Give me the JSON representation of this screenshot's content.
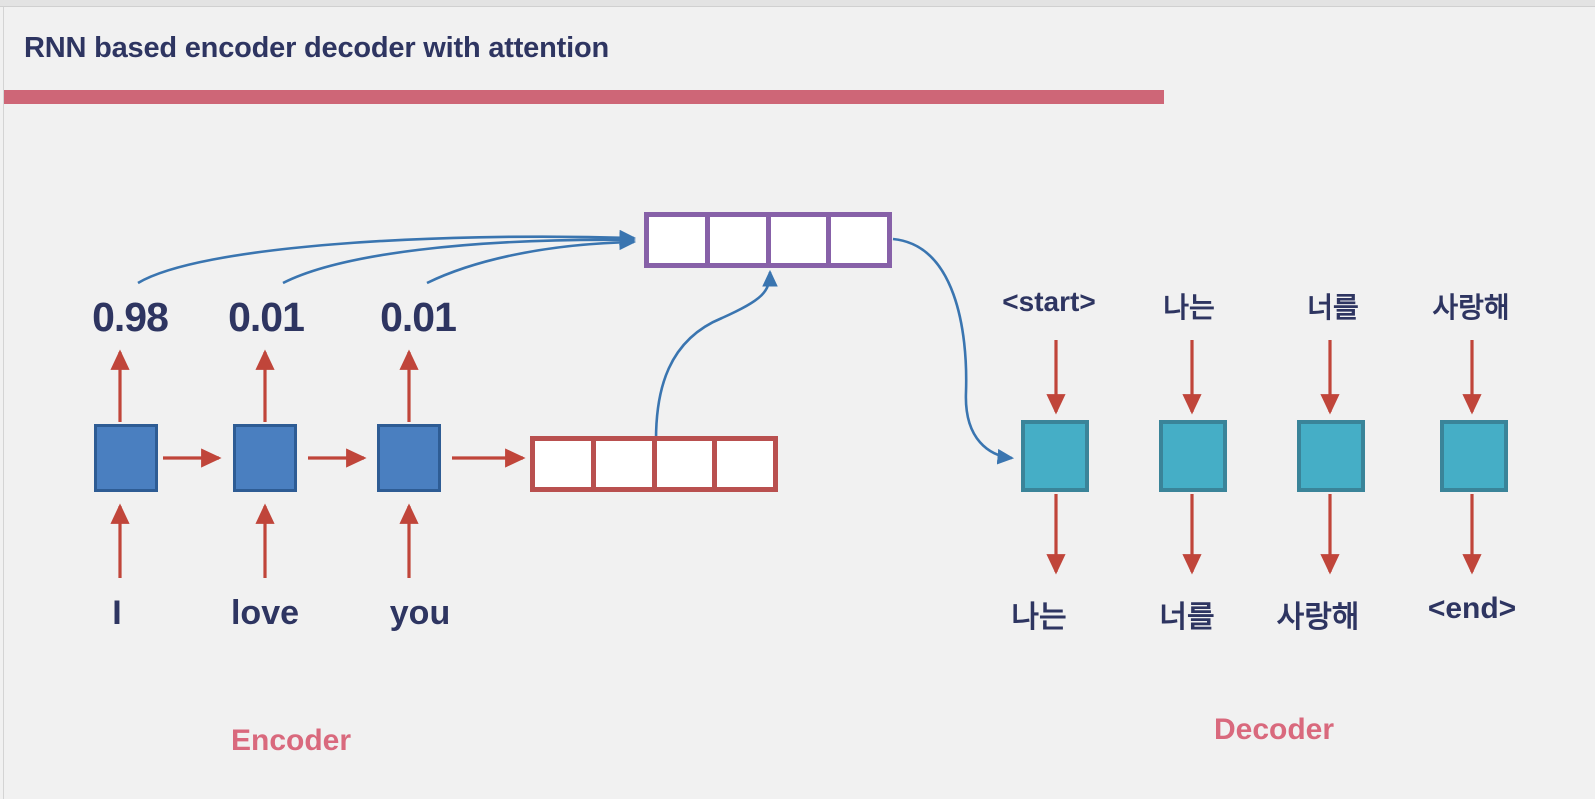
{
  "slide": {
    "title": "RNN based encoder decoder with attention",
    "accent_bar_color": "#ce6677",
    "title_color": "#2e3561",
    "background_color": "#f1f1f1"
  },
  "colors": {
    "encoder_cell_fill": "#4a7fc0",
    "encoder_cell_border": "#2e5c94",
    "decoder_cell_fill": "#45aec6",
    "decoder_cell_border": "#3a8499",
    "context_vector_border": "#b9504f",
    "attention_vector_border": "#8761a8",
    "red_arrow": "#c0453a",
    "blue_curve": "#3a75b0",
    "section_label": "#d9697d"
  },
  "encoder": {
    "section_label": "Encoder",
    "attention_weights": [
      "0.98",
      "0.01",
      "0.01"
    ],
    "input_words": [
      "I",
      "love",
      "you"
    ],
    "cell_count": 3,
    "context_vector": {
      "name": "context-vector",
      "cells": 4,
      "cell_values": [
        "",
        "",
        "",
        ""
      ]
    }
  },
  "attention": {
    "vector": {
      "name": "attention-vector",
      "cells": 4,
      "cell_values": [
        "",
        "",
        "",
        ""
      ]
    }
  },
  "decoder": {
    "section_label": "Decoder",
    "inputs": [
      "<start>",
      "나는",
      "너를",
      "사랑해"
    ],
    "outputs": [
      "나는",
      "너를",
      "사랑해",
      "<end>"
    ],
    "cell_count": 4
  }
}
